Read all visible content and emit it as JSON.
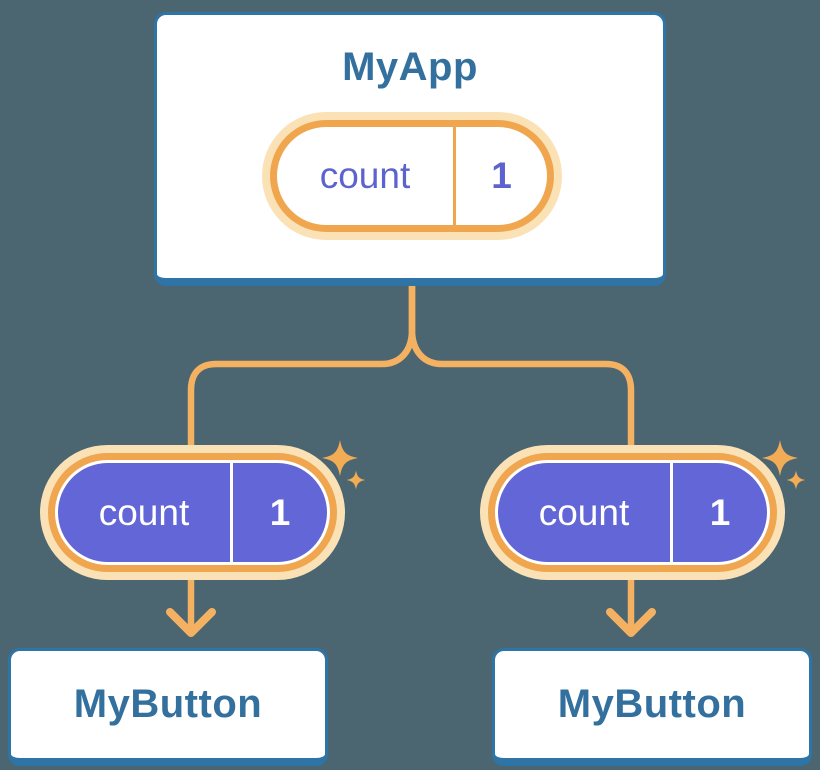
{
  "colors": {
    "background": "#4B6670",
    "card_background": "#FFFFFF",
    "card_border": "#2E74A7",
    "heading_text": "#33709E",
    "orange_ring": "#F0A64F",
    "orange_line": "#F3B161",
    "cream_halo": "#FBE2B6",
    "purple_fill": "#6366D6",
    "purple_text": "#5C63CE",
    "text_on_purple": "#FFFFFF",
    "sparkle": "#F2AC55"
  },
  "root_card": {
    "title": "MyApp"
  },
  "root_pill": {
    "label": "count",
    "value": "1"
  },
  "left_pill": {
    "label": "count",
    "value": "1"
  },
  "right_pill": {
    "label": "count",
    "value": "1"
  },
  "left_card": {
    "title": "MyButton"
  },
  "right_card": {
    "title": "MyButton"
  }
}
